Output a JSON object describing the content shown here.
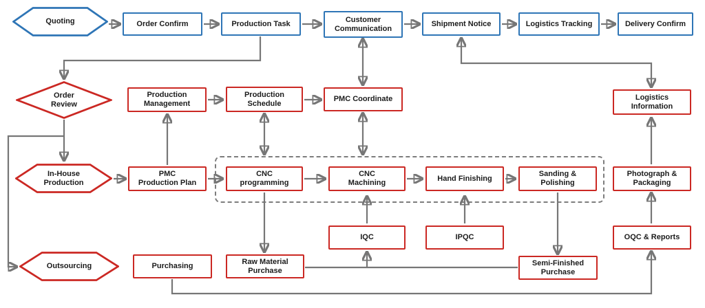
{
  "diagram": {
    "type": "flowchart",
    "colors": {
      "blue_border": "#2E75B6",
      "red_border": "#CB2823",
      "connector_gray": "#767676",
      "text": "#1b1b1b",
      "background": "#ffffff"
    },
    "nodes": {
      "quoting": {
        "label": "Quoting",
        "shape": "hexagon",
        "color": "blue"
      },
      "order_confirm": {
        "label": "Order Confirm",
        "shape": "rect",
        "color": "blue"
      },
      "production_task": {
        "label": "Production Task",
        "shape": "rect",
        "color": "blue"
      },
      "customer_communication": {
        "label": "Customer\nCommunication",
        "shape": "rect",
        "color": "blue"
      },
      "shipment_notice": {
        "label": "Shipment Notice",
        "shape": "rect",
        "color": "blue"
      },
      "logistics_tracking": {
        "label": "Logistics Tracking",
        "shape": "rect",
        "color": "blue"
      },
      "delivery_confirm": {
        "label": "Delivery Confirm",
        "shape": "rect",
        "color": "blue"
      },
      "order_review": {
        "label": "Order\nReview",
        "shape": "diamond",
        "color": "red"
      },
      "production_management": {
        "label": "Production\nManagement",
        "shape": "rect",
        "color": "red"
      },
      "production_schedule": {
        "label": "Production\nSchedule",
        "shape": "rect",
        "color": "red"
      },
      "pmc_coordinate": {
        "label": "PMC Coordinate",
        "shape": "rect",
        "color": "red"
      },
      "logistics_information": {
        "label": "Logistics\nInformation",
        "shape": "rect",
        "color": "red"
      },
      "in_house_production": {
        "label": "In-House\nProduction",
        "shape": "hexagon",
        "color": "red"
      },
      "pmc_production_plan": {
        "label": "PMC\nProduction Plan",
        "shape": "rect",
        "color": "red"
      },
      "cnc_programming": {
        "label": "CNC\nprogramming",
        "shape": "rect",
        "color": "red"
      },
      "cnc_machining": {
        "label": "CNC\nMachining",
        "shape": "rect",
        "color": "red"
      },
      "hand_finishing": {
        "label": "Hand Finishing",
        "shape": "rect",
        "color": "red"
      },
      "sanding_polishing": {
        "label": "Sanding &\nPolishing",
        "shape": "rect",
        "color": "red"
      },
      "photograph_packaging": {
        "label": "Photograph &\nPackaging",
        "shape": "rect",
        "color": "red"
      },
      "iqc": {
        "label": "IQC",
        "shape": "rect",
        "color": "red"
      },
      "ipqc": {
        "label": "IPQC",
        "shape": "rect",
        "color": "red"
      },
      "oqc_reports": {
        "label": "OQC & Reports",
        "shape": "rect",
        "color": "red"
      },
      "outsourcing": {
        "label": "Outsourcing",
        "shape": "hexagon",
        "color": "red"
      },
      "purchasing": {
        "label": "Purchasing",
        "shape": "rect",
        "color": "red"
      },
      "raw_material_purchase": {
        "label": "Raw Material\nPurchase",
        "shape": "rect",
        "color": "red"
      },
      "semi_finished_purchase": {
        "label": "Semi-Finished\nPurchase",
        "shape": "rect",
        "color": "red"
      }
    },
    "edges": [
      {
        "from": "quoting",
        "to": "order_confirm"
      },
      {
        "from": "order_confirm",
        "to": "production_task"
      },
      {
        "from": "production_task",
        "to": "customer_communication"
      },
      {
        "from": "customer_communication",
        "to": "shipment_notice"
      },
      {
        "from": "shipment_notice",
        "to": "logistics_tracking"
      },
      {
        "from": "logistics_tracking",
        "to": "delivery_confirm"
      },
      {
        "from": "production_task",
        "to": "order_review"
      },
      {
        "from": "order_review",
        "to": "in_house_production"
      },
      {
        "from": "order_review",
        "to": "outsourcing"
      },
      {
        "from": "in_house_production",
        "to": "pmc_production_plan"
      },
      {
        "from": "pmc_production_plan",
        "to": "production_management"
      },
      {
        "from": "production_management",
        "to": "production_schedule"
      },
      {
        "from": "production_schedule",
        "to": "pmc_coordinate"
      },
      {
        "from": "production_schedule",
        "to": "production_line_dashed_box",
        "bidirectional": true
      },
      {
        "from": "pmc_coordinate",
        "to": "customer_communication",
        "bidirectional": true
      },
      {
        "from": "pmc_coordinate",
        "to": "production_line_dashed_box",
        "bidirectional": true
      },
      {
        "from": "pmc_production_plan",
        "to": "cnc_programming"
      },
      {
        "from": "cnc_programming",
        "to": "cnc_machining"
      },
      {
        "from": "cnc_machining",
        "to": "hand_finishing"
      },
      {
        "from": "hand_finishing",
        "to": "sanding_polishing"
      },
      {
        "from": "cnc_programming",
        "to": "raw_material_purchase"
      },
      {
        "from": "raw_material_purchase",
        "to": "iqc"
      },
      {
        "from": "semi_finished_purchase",
        "to": "iqc"
      },
      {
        "from": "iqc",
        "to": "cnc_machining"
      },
      {
        "from": "ipqc",
        "to": "hand_finishing"
      },
      {
        "from": "sanding_polishing",
        "to": "semi_finished_purchase"
      },
      {
        "from": "outsourcing",
        "to": "purchasing"
      },
      {
        "from": "purchasing",
        "to": "oqc_reports"
      },
      {
        "from": "oqc_reports",
        "to": "photograph_packaging"
      },
      {
        "from": "photograph_packaging",
        "to": "logistics_information"
      },
      {
        "from": "logistics_information",
        "to": "shipment_notice",
        "bidirectional": true
      }
    ]
  }
}
